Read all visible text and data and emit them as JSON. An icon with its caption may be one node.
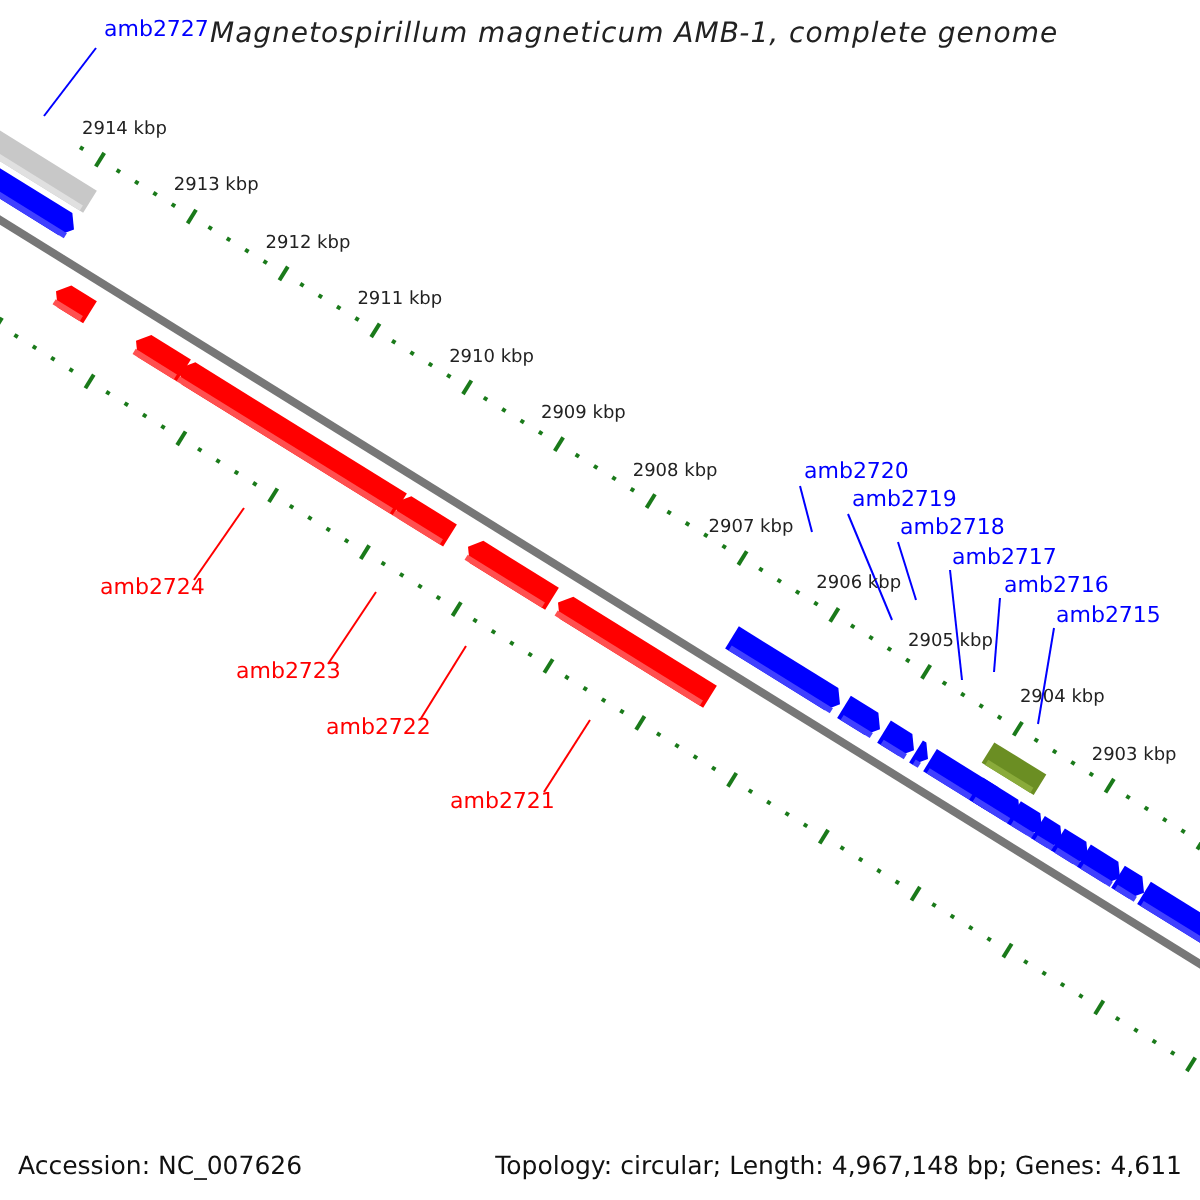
{
  "diagram": {
    "title": "Magnetospirillum magneticum AMB-1, complete genome",
    "nodes": [
      {
        "text": [
          "amb2727"
        ]
      },
      {
        "text": [
          "amb2720"
        ]
      },
      {
        "text": [
          "amb2719"
        ]
      },
      {
        "text": [
          "amb2718"
        ]
      },
      {
        "text": [
          "amb2717"
        ]
      },
      {
        "text": [
          "amb2716"
        ]
      },
      {
        "text": [
          "amb2715"
        ]
      },
      {
        "text": [
          "amb2724"
        ]
      },
      {
        "text": [
          "amb2723"
        ]
      },
      {
        "text": [
          "amb2722"
        ]
      },
      {
        "text": [
          "amb2721"
        ]
      }
    ],
    "edges": [
      {
        "from": 0,
        "to": null,
        "arrow": "none"
      },
      {
        "from": 1,
        "to": null,
        "arrow": "none"
      },
      {
        "from": 2,
        "to": null,
        "arrow": "none"
      },
      {
        "from": 3,
        "to": null,
        "arrow": "none"
      },
      {
        "from": 4,
        "to": null,
        "arrow": "none"
      },
      {
        "from": 5,
        "to": null,
        "arrow": "none"
      },
      {
        "from": 6,
        "to": null,
        "arrow": "none"
      },
      {
        "from": 7,
        "to": null,
        "arrow": "none",
        "color": "#ff0000"
      },
      {
        "from": 8,
        "to": null,
        "arrow": "none",
        "color": "#ff0000"
      },
      {
        "from": 9,
        "to": null,
        "arrow": "none",
        "color": "#ff0000"
      },
      {
        "from": 10,
        "to": null,
        "arrow": "none",
        "color": "#ff0000"
      }
    ],
    "labels": [
      "2914 kbp",
      "2913 kbp",
      "2912 kbp",
      "2911 kbp",
      "2910 kbp",
      "2909 kbp",
      "2908 kbp",
      "2907 kbp",
      "2906 kbp",
      "2905 kbp",
      "2904 kbp",
      "2903 kbp",
      "Accession: NC_007626",
      "Topology: circular; Length: 4,967,148 bp; Genes: 4,611"
    ]
  }
}
